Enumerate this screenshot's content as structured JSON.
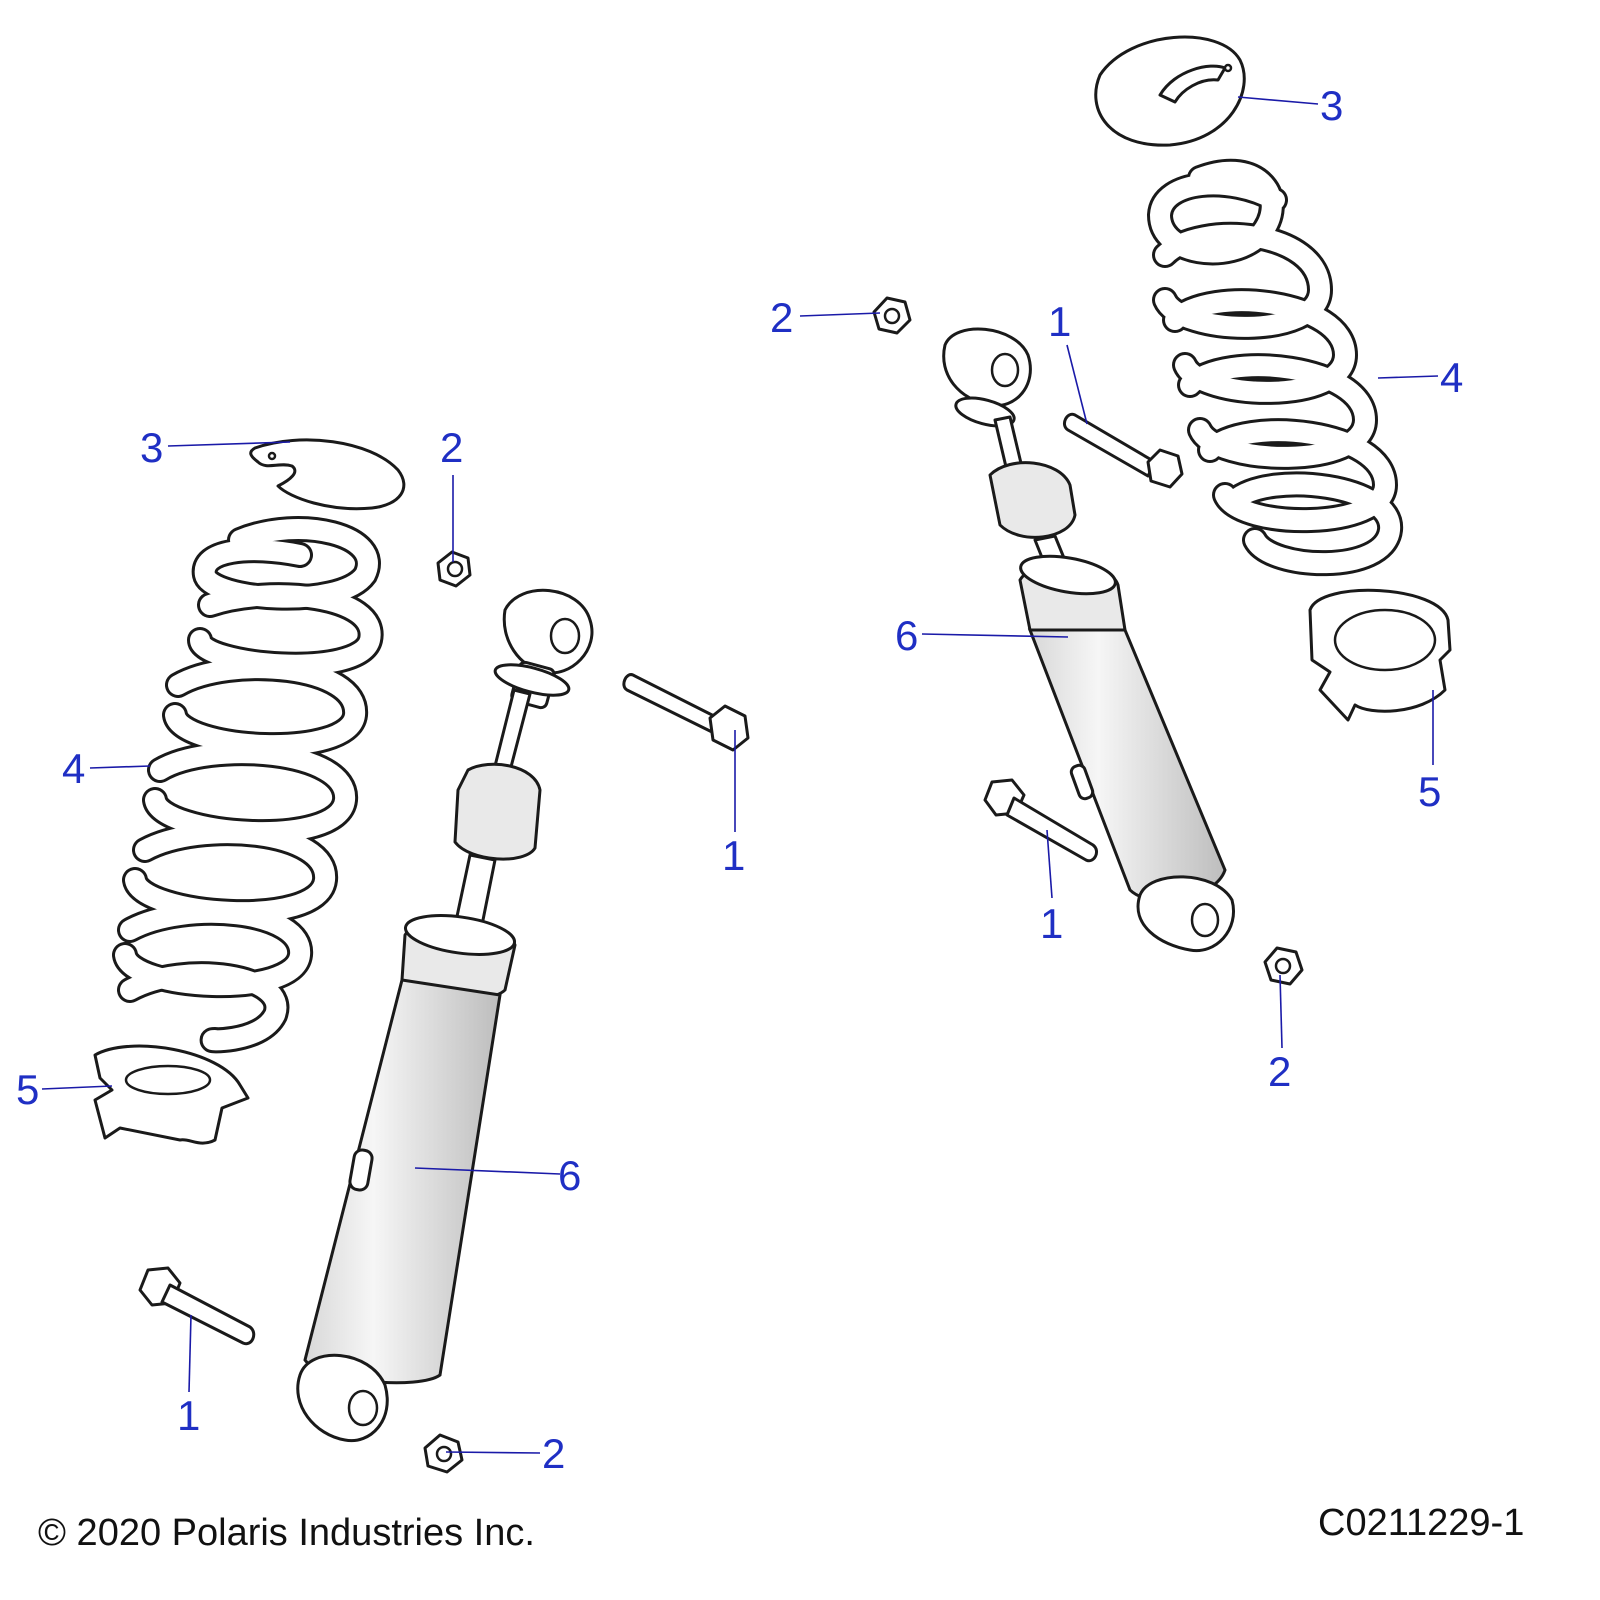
{
  "callouts": {
    "left": {
      "bolt_top": "1",
      "nut_top": "2",
      "spring_retainer": "3",
      "spring": "4",
      "spring_seat": "5",
      "shock": "6",
      "bolt_bottom": "1",
      "nut_bottom": "2"
    },
    "right": {
      "nut_top": "2",
      "bolt_top": "1",
      "spring_retainer": "3",
      "spring": "4",
      "spring_seat": "5",
      "shock": "6",
      "bolt_bottom": "1",
      "nut_bottom": "2"
    }
  },
  "footer": {
    "copyright": "© 2020 Polaris Industries Inc.",
    "drawing_number": "C0211229-1"
  }
}
